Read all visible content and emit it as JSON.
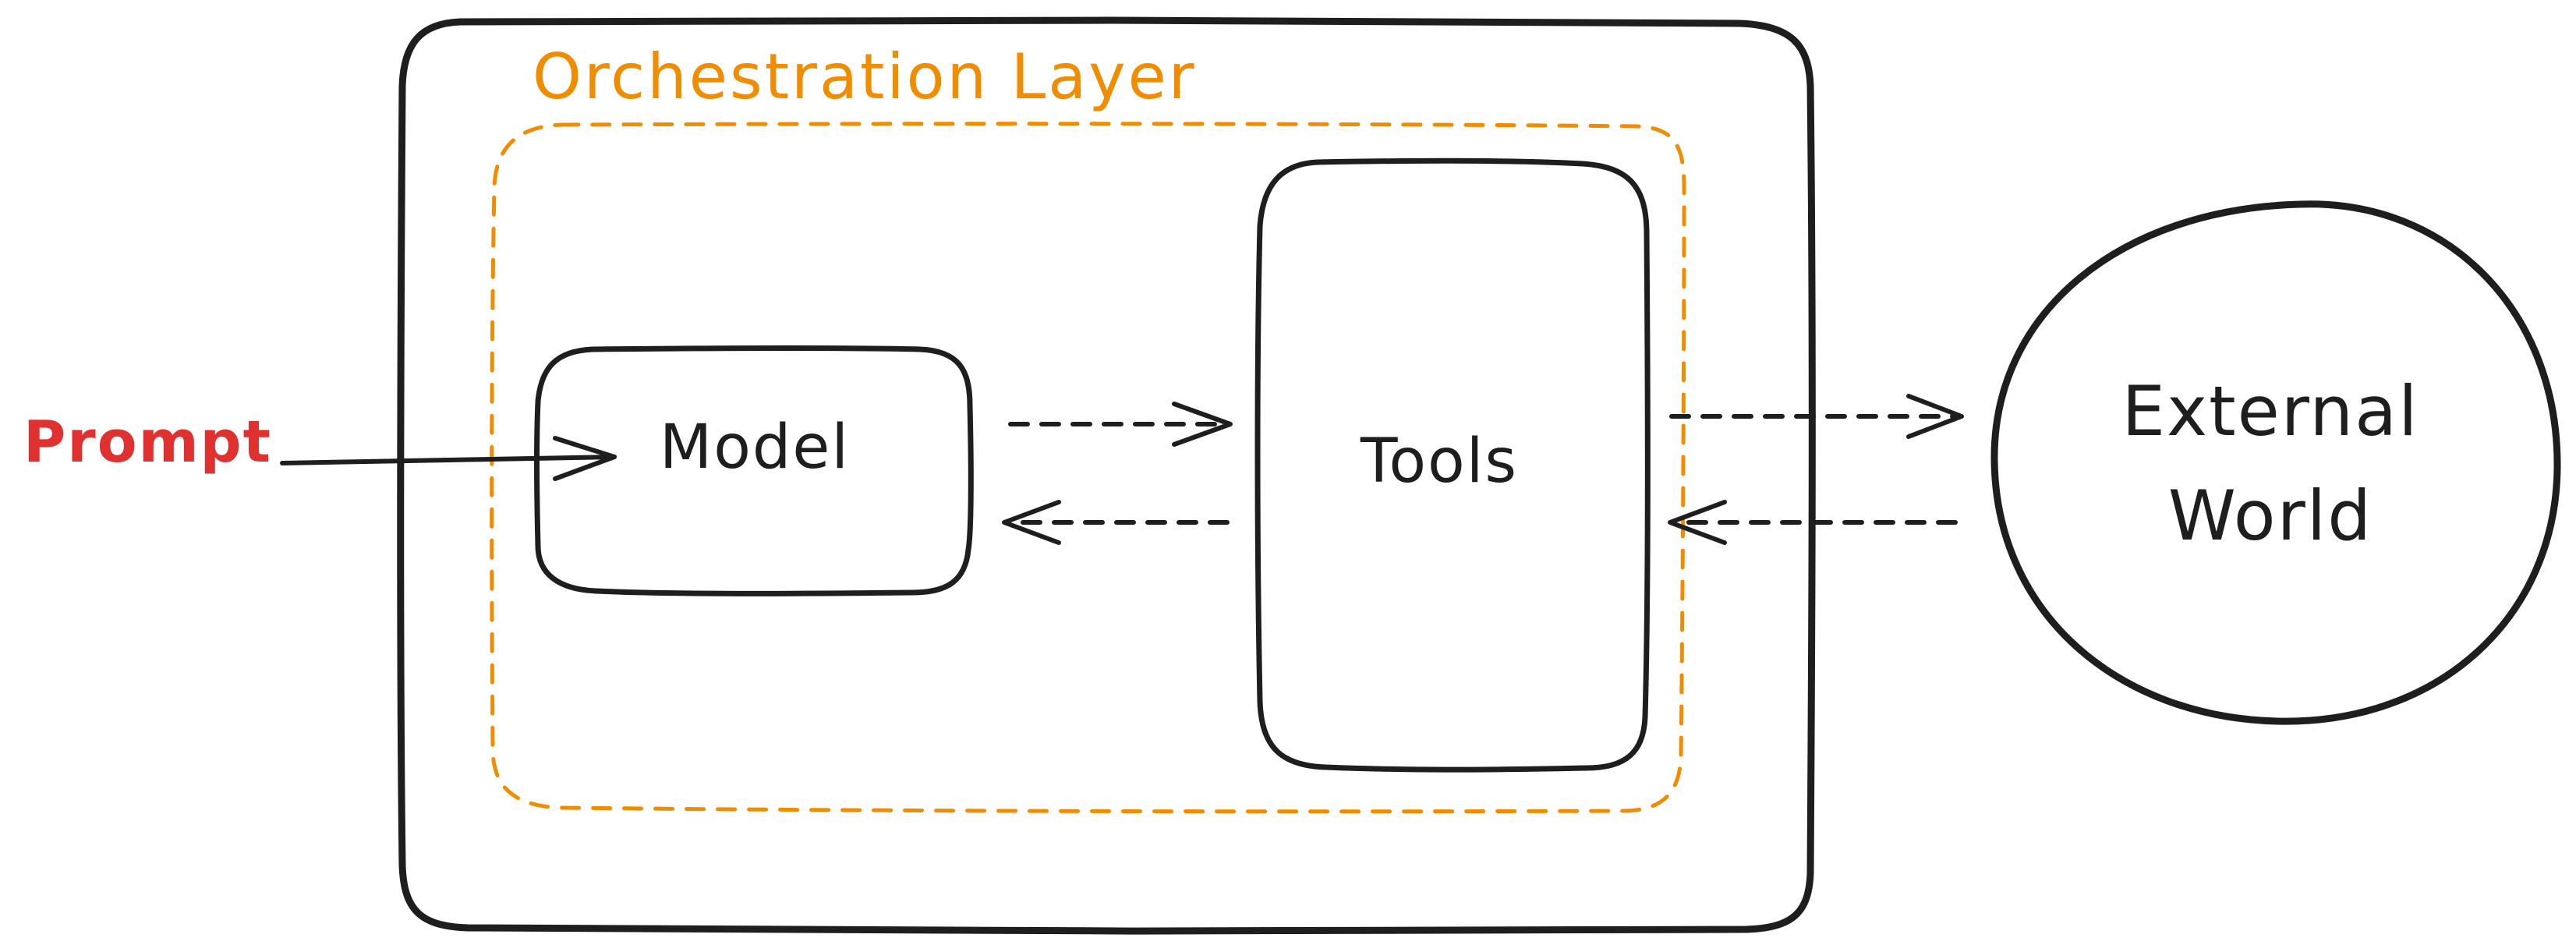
{
  "diagram": {
    "prompt": "Prompt",
    "orchestration_layer": "Orchestration Layer",
    "model": "Model",
    "tools": "Tools",
    "external_world_line1": "External",
    "external_world_line2": "World"
  },
  "colors": {
    "outline": "#1e1e1e",
    "prompt_text": "#e03131",
    "orchestration_border": "#f08c00",
    "model_fill": "#b2f2bb",
    "tools_fill": "#a5d8ff",
    "external_world_fill": "#d0bfff",
    "background": "#ffffff"
  }
}
